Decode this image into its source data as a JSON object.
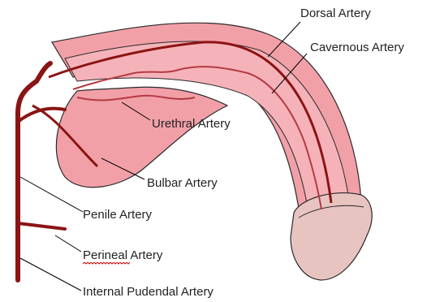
{
  "labels": {
    "dorsal": "Dorsal Artery",
    "cavernous": "Cavernous Artery",
    "urethral": "Urethral Artery",
    "bulbar": "Bulbar Artery",
    "penile": "Penile Artery",
    "perineal": "Perineal Artery",
    "internal_pudendal": "Internal Pudendal Artery"
  },
  "colors": {
    "artery": "#8b1414",
    "shaft_fill": "#f2a0a8",
    "shaft_inner": "#f5b3b9",
    "glans_fill": "#e8c4c0",
    "outline": "#2a2a2a",
    "leader": "#000000",
    "spellcheck": "#d00000"
  }
}
